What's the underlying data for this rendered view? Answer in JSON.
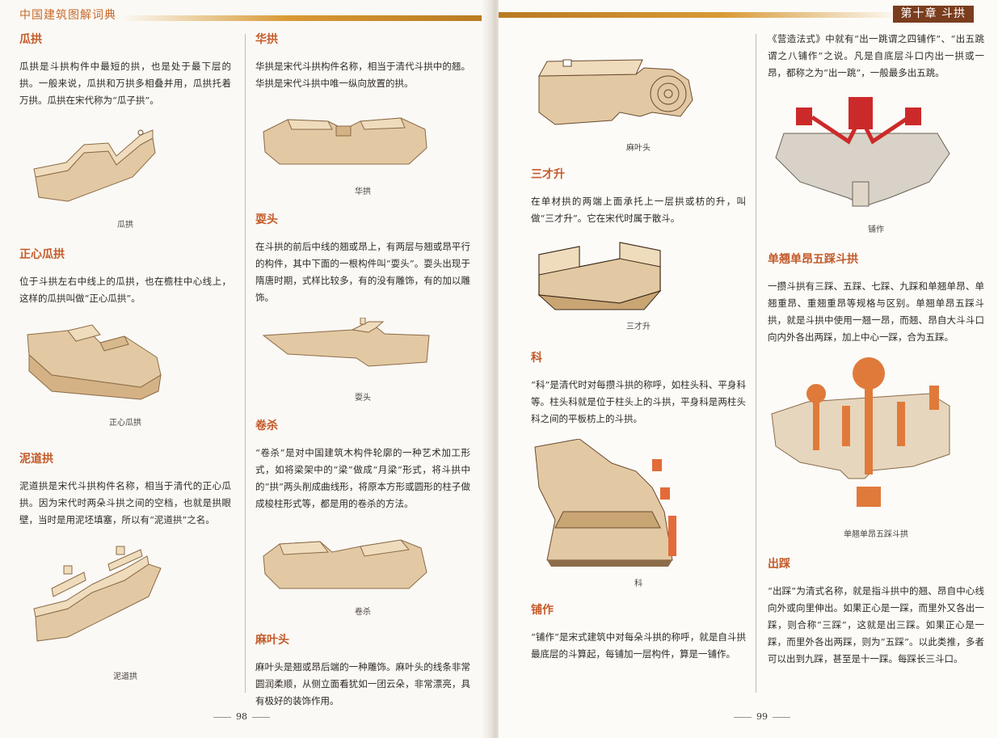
{
  "header": {
    "book_title": "中国建筑图解词典",
    "chapter_label": "第十章  斗拱"
  },
  "left_page": {
    "page_number": "98",
    "col1": [
      {
        "title": "瓜拱",
        "text": "瓜拱是斗拱构件中最短的拱，也是处于最下层的拱。一般来说，瓜拱和万拱多相叠并用，瓜拱托着万拱。瓜拱在宋代称为“瓜子拱”。",
        "caption": "瓜拱",
        "icon": "wooden-bracket-illustration"
      },
      {
        "title": "正心瓜拱",
        "text": "位于斗拱左右中线上的瓜拱，也在檐柱中心线上，这样的瓜拱叫做“正心瓜拱”。",
        "caption": "正心瓜拱",
        "icon": "wooden-bracket-illustration"
      },
      {
        "title": "泥道拱",
        "text": "泥道拱是宋代斗拱构件名称，相当于清代的正心瓜拱。因为宋代时两朵斗拱之间的空档，也就是拱眼壁，当时是用泥坯填塞，所以有“泥道拱”之名。",
        "caption": "泥道拱",
        "icon": "wooden-bracket-illustration"
      }
    ],
    "col2": [
      {
        "title": "华拱",
        "text": "华拱是宋代斗拱构件名称，相当于清代斗拱中的翘。华拱是宋代斗拱中唯一纵向放置的拱。",
        "caption": "华拱",
        "icon": "wooden-bracket-illustration"
      },
      {
        "title": "耍头",
        "text": "在斗拱的前后中线的翘或昂上，有两层与翘或昂平行的构件，其中下面的一根构件叫“耍头”。耍头出现于隋唐时期，式样比较多，有的没有雕饰，有的加以雕饰。",
        "caption": "耍头",
        "icon": "wooden-bracket-illustration"
      },
      {
        "title": "卷杀",
        "text": "“卷杀”是对中国建筑木构件轮廓的一种艺术加工形式，如将梁架中的“梁”做成“月梁”形式，将斗拱中的“拱”两头削成曲线形，将原本方形或圆形的柱子做成梭柱形式等，都是用的卷杀的方法。",
        "caption": "卷杀",
        "icon": "wooden-bracket-illustration"
      },
      {
        "title": "麻叶头",
        "text": "麻叶头是翘或昂后端的一种雕饰。麻叶头的线条非常圆润柔顺，从侧立面看犹如一团云朵，非常漂亮，具有极好的装饰作用。",
        "caption": "",
        "icon": ""
      }
    ]
  },
  "right_page": {
    "page_number": "99",
    "col1": [
      {
        "title": "",
        "text": "",
        "caption": "麻叶头",
        "icon": "cloud-carved-beam-illustration"
      },
      {
        "title": "三才升",
        "text": "在单材拱的两端上面承托上一层拱或枋的升，叫做“三才升”。它在宋代时属于散斗。",
        "caption": "三才升",
        "icon": "wooden-block-illustration"
      },
      {
        "title": "科",
        "text": "“科”是清代时对每攒斗拱的称呼，如柱头科、平身科等。柱头科就是位于柱头上的斗拱，平身科是两柱头科之间的平板枋上的斗拱。",
        "caption": "科",
        "icon": "bracket-set-illustration"
      },
      {
        "title": "铺作",
        "text": "“铺作”是宋式建筑中对每朵斗拱的称呼，就是自斗拱最底层的斗算起，每铺加一层构件，算是一铺作。",
        "caption": "",
        "icon": ""
      }
    ],
    "col2": [
      {
        "title": "",
        "text": "《营造法式》中就有“出一跳谓之四铺作”、“出五跳谓之八铺作”之说。凡是自底层斗口内出一拱或一昂，都称之为“出一跳”，一般最多出五跳。",
        "caption": "铺作",
        "icon": "bracket-set-illustration"
      },
      {
        "title": "单翘单昂五踩斗拱",
        "text": "一攒斗拱有三踩、五踩、七踩、九踩和单翘单昂、单翘重昂、重翘重昂等规格与区别。单翘单昂五踩斗拱，就是斗拱中使用一翘一昂，而翘、昂自大斗斗口向内外各出两踩，加上中心一踩，合为五踩。",
        "caption": "单翘单昂五踩斗拱",
        "icon": "bracket-section-illustration"
      },
      {
        "title": "出踩",
        "text": "“出踩”为清式名称，就是指斗拱中的翘、昂自中心线向外或向里伸出。如果正心是一踩，而里外又各出一踩，则合称“三踩”，这就是出三踩。如果正心是一踩，而里外各出两踩，则为“五踩”。以此类推，多者可以出到九踩，甚至是十一踩。每踩长三斗口。",
        "caption": "",
        "icon": ""
      }
    ]
  },
  "colors": {
    "heading": "#c45a2a",
    "chapter_bg": "#7a3d1e",
    "band": "#d99a36",
    "wood": "#e2c9a3",
    "red": "#d33a2c"
  }
}
